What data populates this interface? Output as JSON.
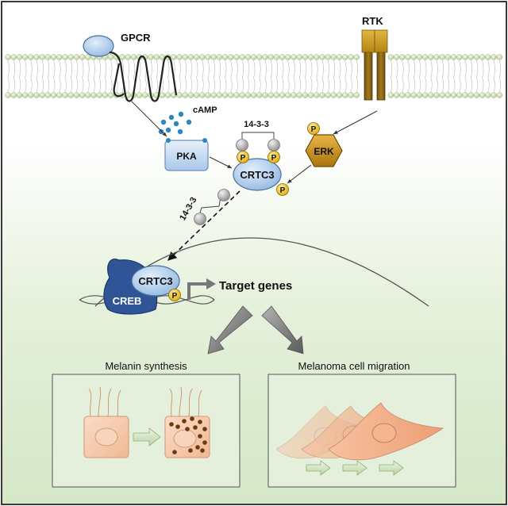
{
  "labels": {
    "gpcr": "GPCR",
    "rtk": "RTK",
    "camp": "cAMP",
    "pka": "PKA",
    "erk": "ERK",
    "crtc3_cytoplasm": "CRTC3",
    "crtc3_nucleus": "CRTC3",
    "creb": "CREB",
    "p": "P",
    "protein_1433_top": "14-3-3",
    "protein_1433_left": "14-3-3",
    "target_genes": "Target genes"
  },
  "panels": {
    "melanin": "Melanin synthesis",
    "migration": "Melanoma cell migration"
  },
  "colors": {
    "frame": "#3a3a3a",
    "bg_bottom": "#d4e7c6",
    "membrane_bead": "#cfe2b4",
    "protein_blue": "#a9c9ea",
    "creb_blue": "#2f5597",
    "phospho_yellow": "#f2c530",
    "erk_gold": "#c08a17",
    "rtk_brown": "#8a6413",
    "camp_dot": "#2e86c1",
    "cell_peach": "#f7c9ad",
    "melanin_brown": "#6b3b10"
  },
  "icons": [
    "cell-membrane",
    "gpcr-receptor",
    "rtk-receptor",
    "dna-helix",
    "phosphate-group",
    "melanin-granule",
    "migrating-cell"
  ]
}
